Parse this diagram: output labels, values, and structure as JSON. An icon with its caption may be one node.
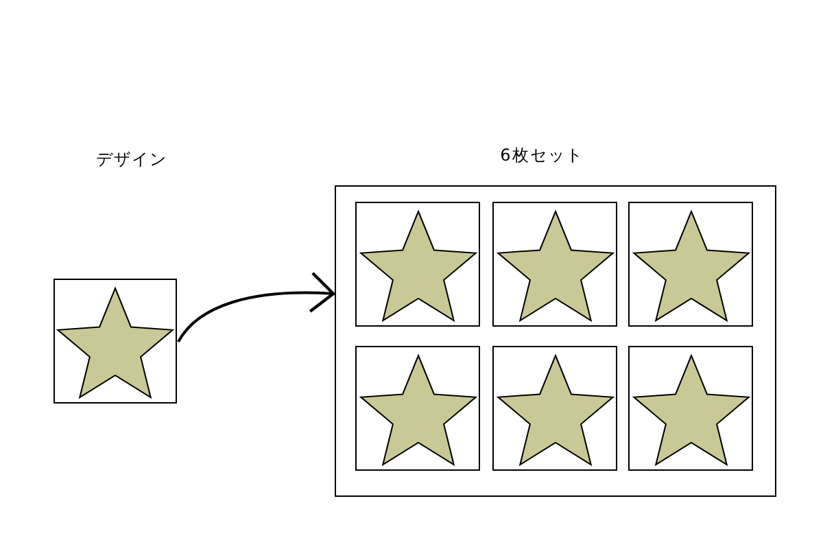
{
  "diagram": {
    "nodes": [
      {
        "text": [],
        "shape": "box"
      },
      {
        "text": [
          "6枚セット"
        ]
      },
      {
        "text": [],
        "shape": "box",
        "in": 1
      },
      {
        "text": [],
        "shape": "box",
        "in": 1
      },
      {
        "text": [],
        "shape": "box",
        "in": 1
      },
      {
        "text": [],
        "shape": "box",
        "in": 1
      },
      {
        "text": [],
        "shape": "box",
        "in": 1
      },
      {
        "text": [],
        "shape": "box",
        "in": 1
      }
    ],
    "edges": [
      {
        "from": 0,
        "to": 1,
        "arrow": "to"
      }
    ],
    "labels": [
      "デザイン"
    ]
  }
}
